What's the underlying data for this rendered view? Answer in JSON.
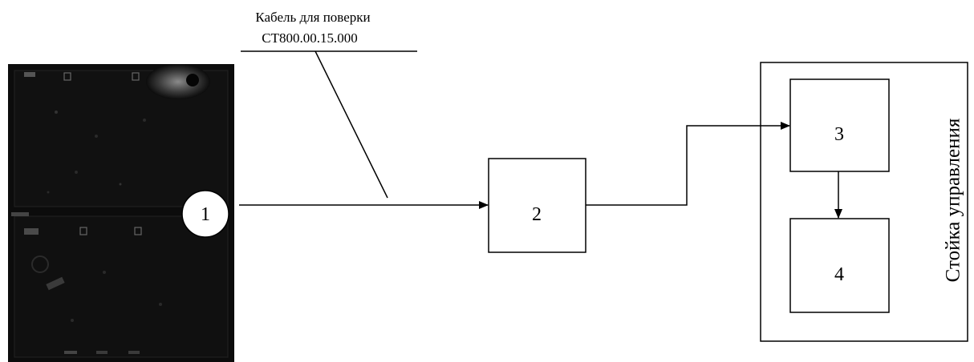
{
  "cable": {
    "line1": "Кабель  для поверки",
    "line2": "СТ800.00.15.000"
  },
  "nodes": {
    "device": "1",
    "box2": "2",
    "box3": "3",
    "box4": "4"
  },
  "rack": {
    "title": "Стойка управления"
  },
  "colors": {
    "line": "#000000",
    "device_panel": "#0c0c0c",
    "background": "#ffffff"
  }
}
